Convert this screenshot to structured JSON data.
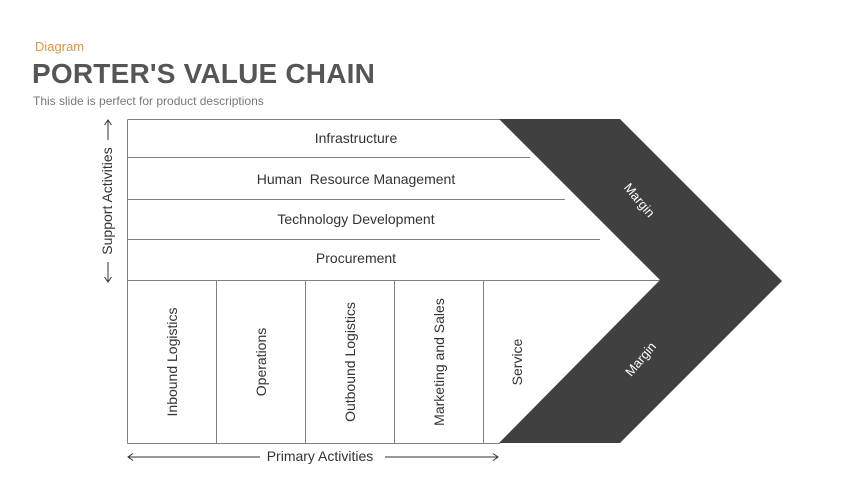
{
  "header": {
    "kicker": "Diagram",
    "title": "PORTER'S VALUE CHAIN",
    "subtitle": "This slide is perfect for product descriptions"
  },
  "support_activities": {
    "axis_label": "Support Activities",
    "rows": [
      {
        "label": "Infrastructure"
      },
      {
        "label": "Human  Resource Management"
      },
      {
        "label": "Technology Development"
      },
      {
        "label": "Procurement"
      }
    ]
  },
  "primary_activities": {
    "axis_label": "Primary Activities",
    "columns": [
      {
        "label": "Inbound Logistics"
      },
      {
        "label": "Operations"
      },
      {
        "label": "Outbound Logistics"
      },
      {
        "label": "Marketing and Sales"
      },
      {
        "label": "Service"
      }
    ]
  },
  "margin": {
    "top_label": "Margin",
    "bottom_label": "Margin"
  },
  "colors": {
    "accent": "#e0953e",
    "title": "#555555",
    "chevron": "#404040",
    "grid_line": "#808080"
  }
}
